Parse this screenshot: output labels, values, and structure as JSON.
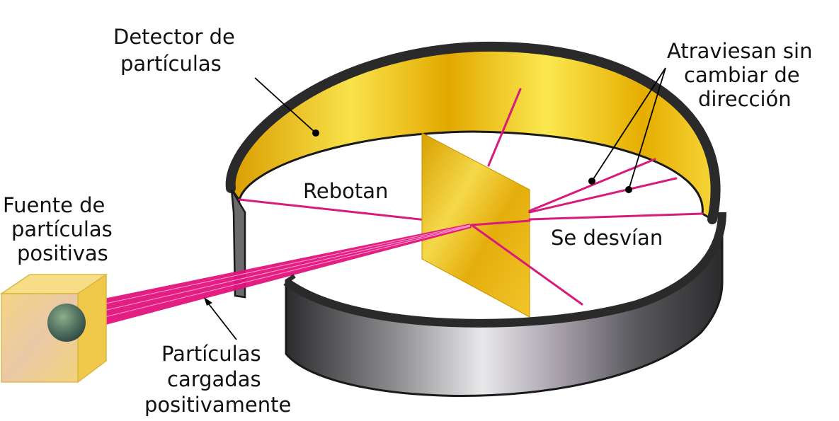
{
  "labels": {
    "detector_line1": "Detector de",
    "detector_line2": "partículas",
    "source_line1": "Fuente de",
    "source_line2": "partículas",
    "source_line3": "positivas",
    "pass_line1": "Atraviesan sin",
    "pass_line2": "cambiar de",
    "pass_line3": "dirección",
    "bounce": "Rebotan",
    "deflect": "Se desvían",
    "particles_line1": "Partículas",
    "particles_line2": "cargadas",
    "particles_line3": "positivamente"
  },
  "colors": {
    "ray": "#d81b7a",
    "band_outer": "#3a3a3c",
    "band_rim": "#1e1e1e",
    "foil": "#e8b400",
    "detector_inner": "#f4c20d"
  },
  "icons": {
    "source": "cube-icon",
    "foil": "gold-foil-icon",
    "detector": "ring-detector-icon"
  }
}
